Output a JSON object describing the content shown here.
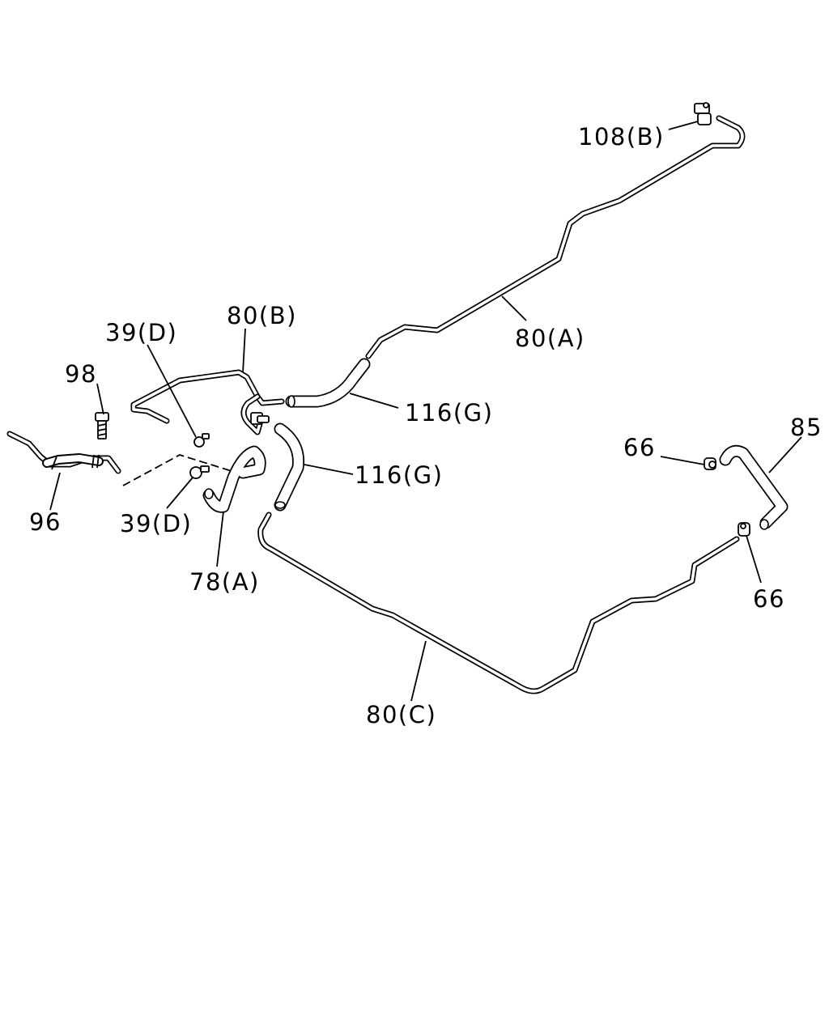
{
  "callouts": {
    "c108b": "108(B)",
    "c80a": "80(A)",
    "c80b": "80(B)",
    "c39d_top": "39(D)",
    "c98": "98",
    "c96": "96",
    "c39d_bottom": "39(D)",
    "c78a": "78(A)",
    "c116g_top": "116(G)",
    "c116g_bottom": "116(G)",
    "c80c": "80(C)",
    "c66_left": "66",
    "c85": "85",
    "c66_right": "66"
  }
}
